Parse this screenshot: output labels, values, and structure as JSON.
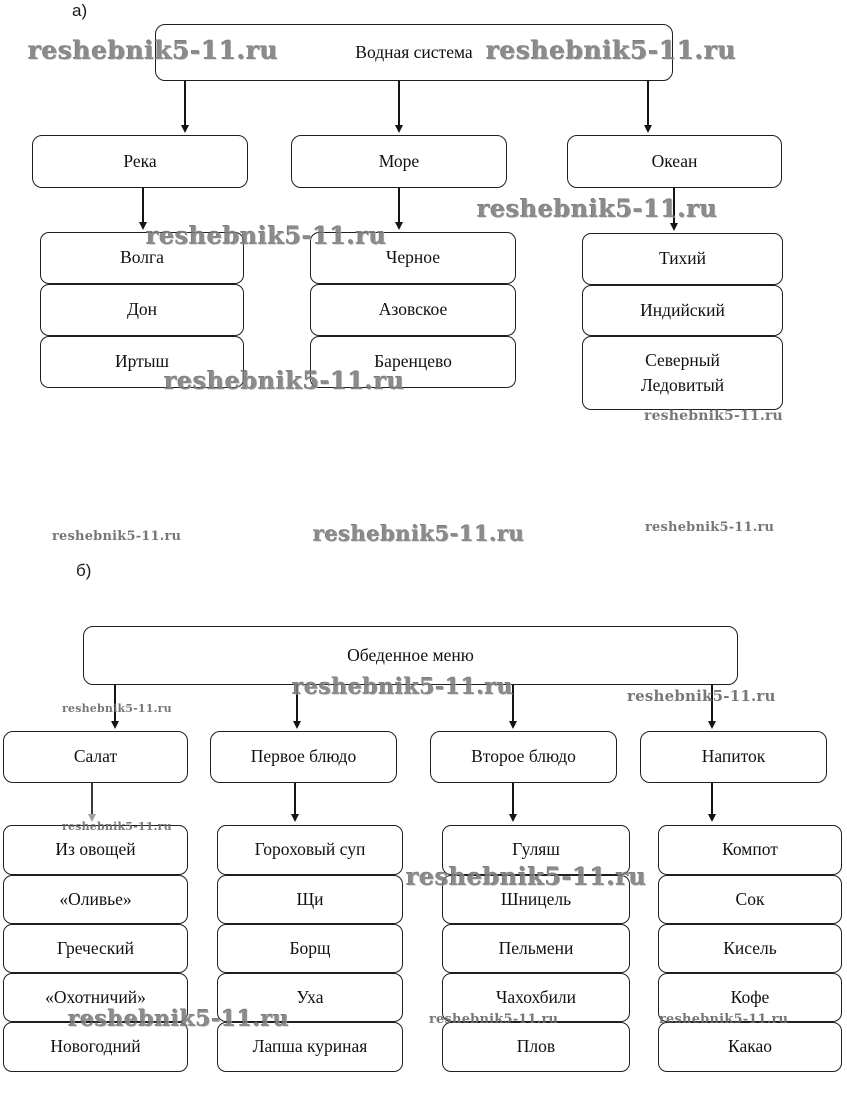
{
  "watermark": {
    "text": "reshebnik5-11.ru"
  },
  "diagram_a": {
    "label": "а)",
    "root": "Водная система",
    "branches": [
      {
        "label": "Река",
        "children": [
          "Волга",
          "Дон",
          "Иртыш"
        ]
      },
      {
        "label": "Море",
        "children": [
          "Черное",
          "Азовское",
          "Баренцево"
        ]
      },
      {
        "label": "Океан",
        "children": [
          "Тихий",
          "Индийский",
          "Северный Ледовитый"
        ]
      }
    ]
  },
  "diagram_b": {
    "label": "б)",
    "root": "Обеденное меню",
    "branches": [
      {
        "label": "Салат",
        "children": [
          "Из овощей",
          "«Оливье»",
          "Греческий",
          "«Охотничий»",
          "Новогодний"
        ]
      },
      {
        "label": "Первое блюдо",
        "children": [
          "Гороховый суп",
          "Щи",
          "Борщ",
          "Уха",
          "Лапша куриная"
        ]
      },
      {
        "label": "Второе блюдо",
        "children": [
          "Гуляш",
          "Шницель",
          "Пельмени",
          "Чахохбили",
          "Плов"
        ]
      },
      {
        "label": "Напиток",
        "children": [
          "Компот",
          "Сок",
          "Кисель",
          "Кофе",
          "Какао"
        ]
      }
    ]
  }
}
